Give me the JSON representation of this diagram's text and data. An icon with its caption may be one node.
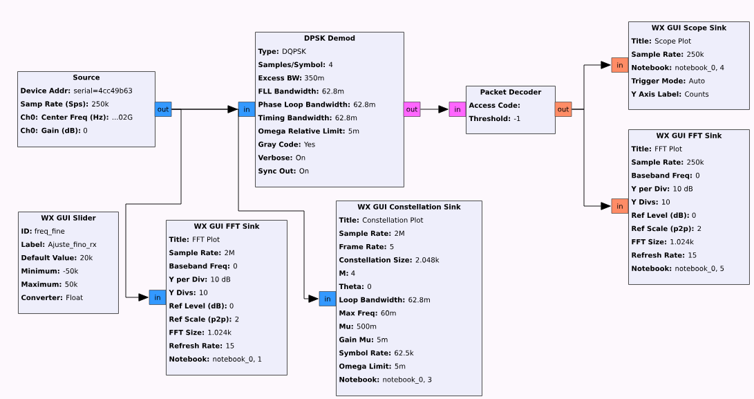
{
  "diagram": {
    "nodes": [
      {
        "text": [
          "Source",
          "**Device Addr:** serial=4cc49b63",
          "**Samp Rate (Sps):** 250k",
          "**Ch0: Center Freq (Hz):** ...02G",
          "**Ch0: Gain (dB):** 0"
        ]
      },
      {
        "text": [
          "out"
        ]
      },
      {
        "text": [
          "in"
        ]
      },
      {
        "text": [
          "DPSK Demod",
          "**Type:** DQPSK",
          "**Samples/Symbol:** 4",
          "**Excess BW:** 350m",
          "**FLL Bandwidth:** 62.8m",
          "**Phase Loop Bandwidth:** 62.8m",
          "**Timing Bandwidth:** 62.8m",
          "**Omega Relative Limit:** 5m",
          "**Gray Code:** Yes",
          "**Verbose:** On",
          "**Sync Out:** On"
        ]
      },
      {
        "text": [
          "out"
        ]
      },
      {
        "text": [
          "in"
        ]
      },
      {
        "text": [
          "Packet Decoder",
          "**Access Code:**",
          "**Threshold:** -1"
        ]
      },
      {
        "text": [
          "out"
        ]
      },
      {
        "text": [
          "in"
        ]
      },
      {
        "text": [
          "WX GUI Scope Sink",
          "**Title:** Scope Plot",
          "**Sample Rate:** 250k",
          "**Notebook:** notebook_0, 4",
          "**Trigger Mode:** Auto",
          "**Y Axis Label:** Counts"
        ]
      },
      {
        "text": [
          "in"
        ]
      },
      {
        "text": [
          "WX GUI FFT Sink",
          "**Title:** FFT Plot",
          "**Sample Rate:** 250k",
          "**Baseband Freq:** 0",
          "**Y per Div:** 10 dB",
          "**Y Divs:** 10",
          "**Ref Level (dB):** 0",
          "**Ref Scale (p2p):** 2",
          "**FFT Size:** 1.024k",
          "**Refresh Rate:** 15",
          "**Notebook:** notebook_0, 5"
        ]
      },
      {
        "text": [
          "WX GUI Slider",
          "**ID:** freq_fine",
          "**Label:** Ajuste_fino_rx",
          "**Default Value:** 20k",
          "**Minimum:** -50k",
          "**Maximum:** 50k",
          "**Converter:** Float"
        ]
      },
      {
        "text": [
          "in"
        ]
      },
      {
        "text": [
          "WX GUI FFT Sink",
          "**Title:** FFT Plot",
          "**Sample Rate:** 2M",
          "**Baseband Freq:** 0",
          "**Y per Div:** 10 dB",
          "**Y Divs:** 10",
          "**Ref Level (dB):** 0",
          "**Ref Scale (p2p):** 2",
          "**FFT Size:** 1.024k",
          "**Refresh Rate:** 15",
          "**Notebook:** notebook_0, 1"
        ]
      },
      {
        "text": [
          "in"
        ]
      },
      {
        "text": [
          "WX GUI Constellation Sink",
          "**Title:** Constellation Plot",
          "**Sample Rate:** 2M",
          "**Frame Rate:** 5",
          "**Constellation Size:** 2.048k",
          "**M:** 4",
          "**Theta:** 0",
          "**Loop Bandwidth:** 62.8m",
          "**Max Freq:** 60m",
          "**Mu:** 500m",
          "**Gain Mu:** 5m",
          "**Symbol Rate:** 62.5k",
          "**Omega Limit:** 5m",
          "**Notebook:** notebook_0, 3"
        ]
      }
    ],
    "edges": [
      {
        "from": 1,
        "to": 2,
        "arrow": "to"
      },
      {
        "from": 1,
        "to": 13,
        "arrow": "to"
      },
      {
        "from": 1,
        "to": 15,
        "arrow": "to"
      },
      {
        "from": 4,
        "to": 5,
        "arrow": "to"
      },
      {
        "from": 7,
        "to": 8,
        "arrow": "to"
      },
      {
        "from": 7,
        "to": 10,
        "arrow": "to"
      }
    ]
  }
}
